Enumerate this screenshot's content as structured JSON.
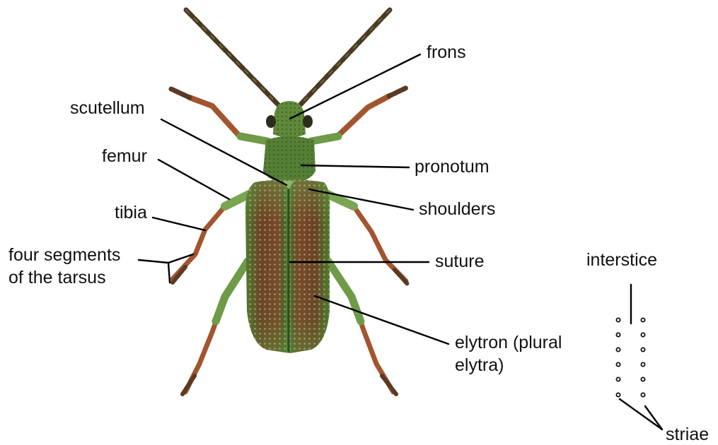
{
  "labels": {
    "frons": "frons",
    "scutellum": "scutellum",
    "femur": "femur",
    "pronotum": "pronotum",
    "shoulders": "shoulders",
    "tibia": "tibia",
    "tarsus_line1": "four segments",
    "tarsus_line2": "of the tarsus",
    "suture": "suture",
    "interstice": "interstice",
    "elytron_line1": "elytron (plural",
    "elytron_line2": "elytra)",
    "striae": "striae"
  },
  "colors": {
    "background": "#ffffff",
    "leader_line": "#000000",
    "beetle_green": "#5f8a3a",
    "beetle_dark_green": "#3d5e26",
    "elytra_bronze": "#7a4a2a",
    "leg_red_brown": "#a2552f",
    "antenna_brown": "#4a3a22",
    "puncture_dots": "#111111"
  }
}
